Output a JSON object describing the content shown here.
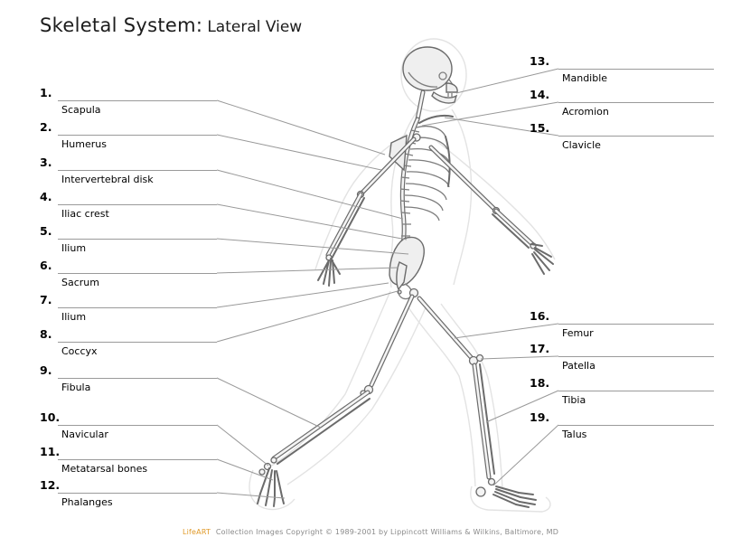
{
  "title": {
    "main": "Skeletal System:",
    "sub": "Lateral View"
  },
  "labels_left": [
    {
      "num": "1.",
      "name": "Scapula"
    },
    {
      "num": "2.",
      "name": "Humerus"
    },
    {
      "num": "3.",
      "name": "Intervertebral disk"
    },
    {
      "num": "4.",
      "name": "Iliac crest"
    },
    {
      "num": "5.",
      "name": "Ilium"
    },
    {
      "num": "6.",
      "name": "Sacrum"
    },
    {
      "num": "7.",
      "name": "Ilium"
    },
    {
      "num": "8.",
      "name": "Coccyx"
    },
    {
      "num": "9.",
      "name": "Fibula"
    },
    {
      "num": "10.",
      "name": "Navicular"
    },
    {
      "num": "11.",
      "name": "Metatarsal bones"
    },
    {
      "num": "12.",
      "name": "Phalanges"
    }
  ],
  "labels_right": [
    {
      "num": "13.",
      "name": "Mandible"
    },
    {
      "num": "14.",
      "name": "Acromion"
    },
    {
      "num": "15.",
      "name": "Clavicle"
    },
    {
      "num": "16.",
      "name": "Femur"
    },
    {
      "num": "17.",
      "name": "Patella"
    },
    {
      "num": "18.",
      "name": "Tibia"
    },
    {
      "num": "19.",
      "name": "Talus"
    }
  ],
  "figure": {
    "description": "Human skeleton, lateral view, walking pose, with faint body outline"
  },
  "footer": {
    "brand": "LifeART",
    "text": "Collection Images Copyright © 1989-2001 by Lippincott Williams & Wilkins, Baltimore, MD"
  },
  "colors": {
    "leader_line": "#999999",
    "bone_outline": "#6b6b6b",
    "body_outline": "#e3e3e3",
    "brand": "#e09a2a"
  }
}
